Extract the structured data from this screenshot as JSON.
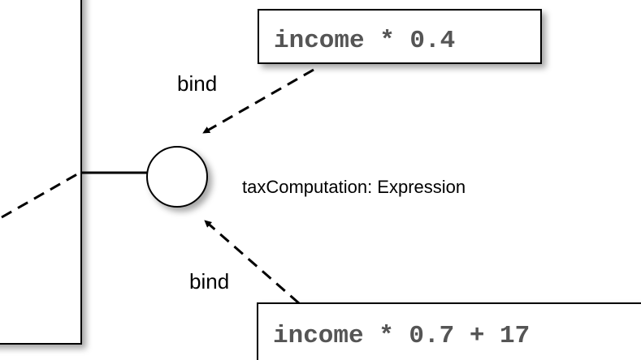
{
  "expressions": {
    "top": "income * 0.4",
    "bottom": "income * 0.7 + 17"
  },
  "labels": {
    "bind_top": "bind",
    "bind_bottom": "bind",
    "port": "taxComputation: Expression"
  }
}
